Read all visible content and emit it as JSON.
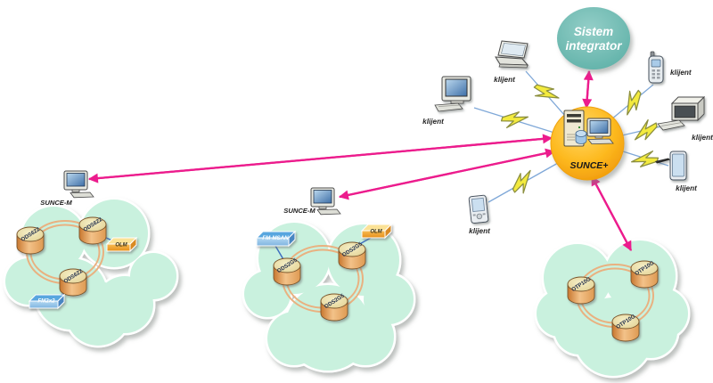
{
  "diagram": {
    "integrator": {
      "line1": "Sistem",
      "line2": "integrator"
    },
    "server": {
      "label": "SUNCE+"
    },
    "clients": [
      {
        "device": "desktop-crt",
        "label": "klijent"
      },
      {
        "device": "laptop",
        "label": "klijent"
      },
      {
        "device": "mobile-phone",
        "label": "klijent"
      },
      {
        "device": "desktop-monitor",
        "label": "klijent"
      },
      {
        "device": "pda-stylus",
        "label": "klijent"
      },
      {
        "device": "handheld",
        "label": "klijent"
      }
    ],
    "clouds": [
      {
        "manager": "SUNCE-M",
        "nodes": [
          "ODS622",
          "ODS622",
          "ODS622"
        ],
        "attachments": [
          {
            "label": "OLM"
          },
          {
            "label": "FM2x2"
          }
        ]
      },
      {
        "manager": "SUNCE-M",
        "nodes": [
          "ODS2G5",
          "ODS2G5",
          "ODS2G5"
        ],
        "attachments": [
          {
            "label": "FM-MSAN"
          },
          {
            "label": "OLM"
          }
        ]
      },
      {
        "nodes": [
          "OTP10G",
          "OTP10G",
          "OTP10G"
        ],
        "attachments": []
      }
    ],
    "colors": {
      "accent_magenta": "#EC1C8D",
      "server_gold": "#FBAF18",
      "integrator_teal": "#6FBCB4",
      "cloud_mint": "#C9F1DE",
      "bolt_yellow": "#F3EA3E",
      "link_blue": "#7FA8D8",
      "ring_orange": "#E9B180"
    }
  }
}
